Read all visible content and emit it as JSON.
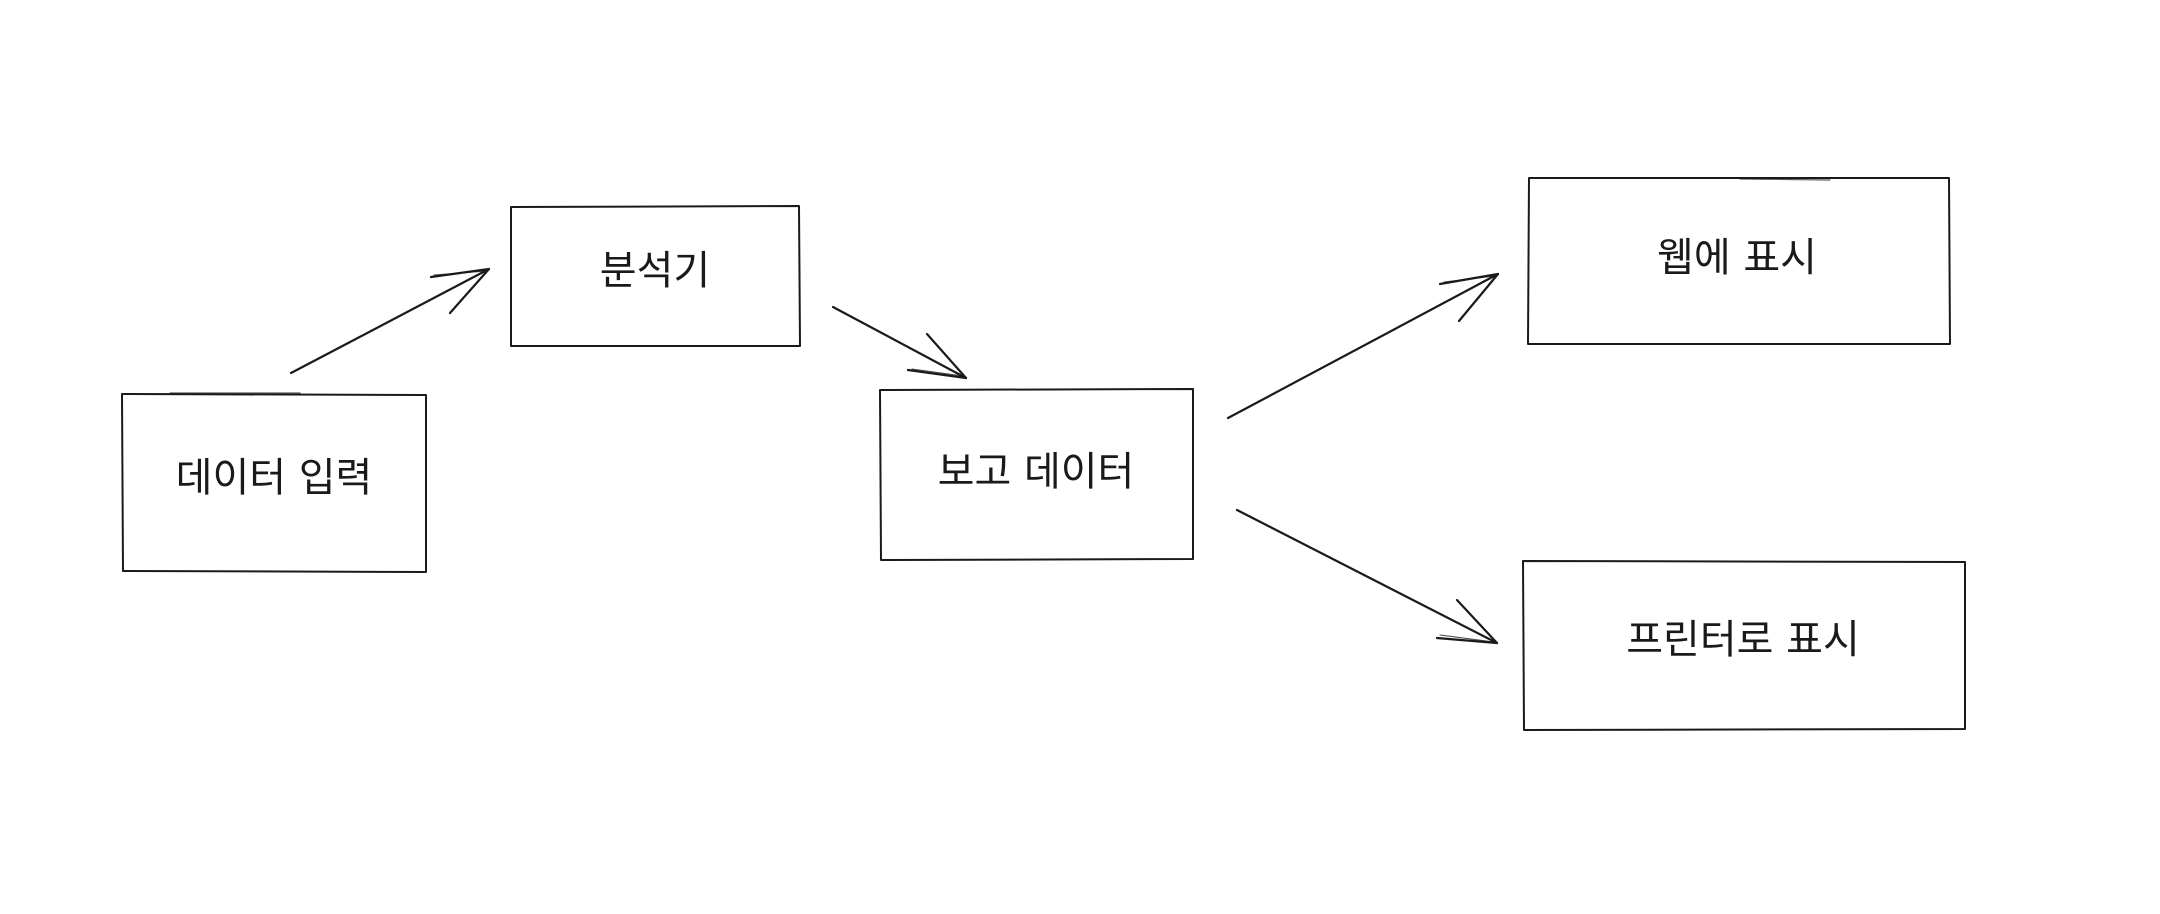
{
  "nodes": {
    "data_input": {
      "label": "데이터 입력"
    },
    "analyzer": {
      "label": "분석기"
    },
    "report_data": {
      "label": "보고 데이터"
    },
    "web_display": {
      "label": "웹에 표시"
    },
    "printer_display": {
      "label": "프린터로 표시"
    }
  },
  "edges": [
    {
      "from": "data_input",
      "to": "analyzer"
    },
    {
      "from": "analyzer",
      "to": "report_data"
    },
    {
      "from": "report_data",
      "to": "web_display"
    },
    {
      "from": "report_data",
      "to": "printer_display"
    }
  ]
}
